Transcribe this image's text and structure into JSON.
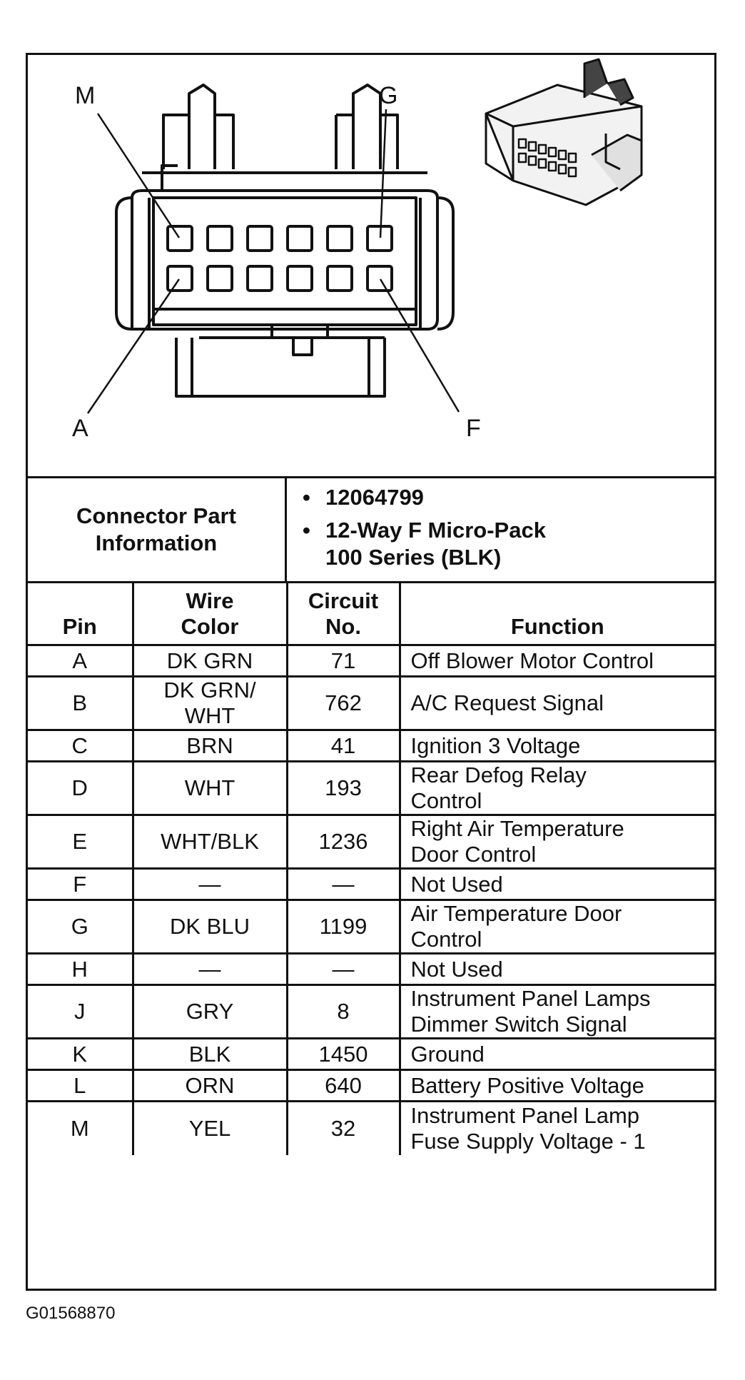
{
  "diagram": {
    "callouts": [
      "M",
      "G",
      "A",
      "F"
    ]
  },
  "connector_info": {
    "label": "Connector Part\nInformation",
    "items": [
      "12064799",
      "12-Way F Micro-Pack\n100 Series (BLK)"
    ]
  },
  "table": {
    "headers": [
      "Pin",
      "Wire\nColor",
      "Circuit\nNo.",
      "Function"
    ],
    "rows": [
      [
        "A",
        "DK GRN",
        "71",
        "Off Blower Motor Control"
      ],
      [
        "B",
        "DK GRN/\nWHT",
        "762",
        "A/C Request Signal"
      ],
      [
        "C",
        "BRN",
        "41",
        "Ignition 3 Voltage"
      ],
      [
        "D",
        "WHT",
        "193",
        "Rear Defog Relay\nControl"
      ],
      [
        "E",
        "WHT/BLK",
        "1236",
        "Right Air Temperature\nDoor Control"
      ],
      [
        "F",
        "—",
        "—",
        "Not Used"
      ],
      [
        "G",
        "DK BLU",
        "1199",
        "Air Temperature Door\nControl"
      ],
      [
        "H",
        "—",
        "—",
        "Not Used"
      ],
      [
        "J",
        "GRY",
        "8",
        "Instrument Panel Lamps\nDimmer Switch Signal"
      ],
      [
        "K",
        "BLK",
        "1450",
        "Ground"
      ],
      [
        "L",
        "ORN",
        "640",
        "Battery Positive Voltage"
      ],
      [
        "M",
        "YEL",
        "32",
        "Instrument Panel Lamp\nFuse Supply Voltage - 1"
      ]
    ]
  },
  "figure_code": "G01568870"
}
